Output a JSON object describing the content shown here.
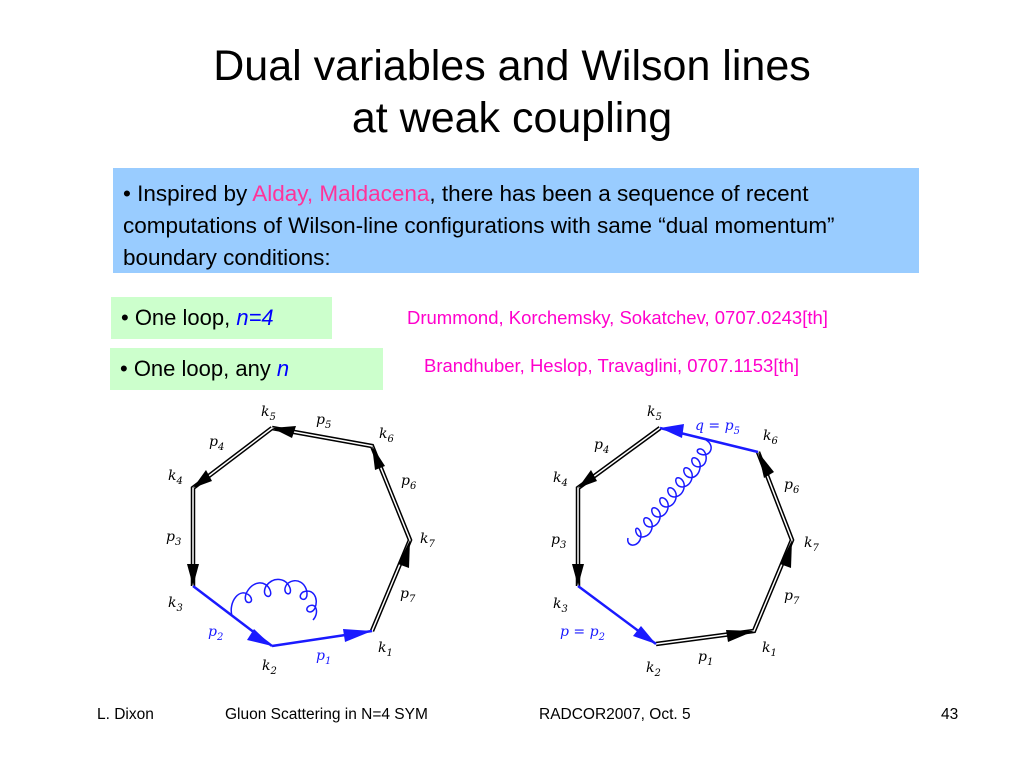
{
  "slide": {
    "title_line1": "Dual variables and Wilson lines",
    "title_line2": "at weak coupling"
  },
  "intro": {
    "bullet": "•",
    "text_before": "Inspired by",
    "highlight": "Alday, Maldacena",
    "text_after": ", there has been a sequence of recent computations of Wilson-line configurations with same “dual momentum” boundary conditions:"
  },
  "items": [
    {
      "prefix": "• One loop, ",
      "emphasis": "n=4",
      "reference": "Drummond, Korchemsky, Sokatchev, 0707.0243[th]"
    },
    {
      "prefix": "• One loop, any ",
      "emphasis": "n",
      "reference": "Brandhuber, Heslop, Travaglini, 0707.1153[th]"
    }
  ],
  "diagram_left": {
    "k_labels": [
      "1",
      "2",
      "3",
      "4",
      "5",
      "6",
      "7"
    ],
    "p_labels": [
      "1",
      "2",
      "3",
      "4",
      "5",
      "6",
      "7"
    ]
  },
  "diagram_right": {
    "k_labels": [
      "2",
      "3",
      "4",
      "5",
      "6",
      "7",
      "1"
    ],
    "p_labels": [
      "1",
      "3",
      "4",
      "6",
      "7"
    ],
    "q_label": "q = p",
    "q_sub": "5",
    "p_label": "p = p",
    "p_sub": "2"
  },
  "footer": {
    "author": "L. Dixon",
    "talk": "Gluon Scattering in N=4 SYM",
    "conference": "RADCOR2007, Oct. 5",
    "page": "43"
  },
  "colors": {
    "intro_bg": "#99ccff",
    "item_bg": "#ccffcc",
    "highlight": "#ff3399",
    "reference": "#ff00cc",
    "emphasis": "#0000ff",
    "gluon": "#0000ff"
  }
}
